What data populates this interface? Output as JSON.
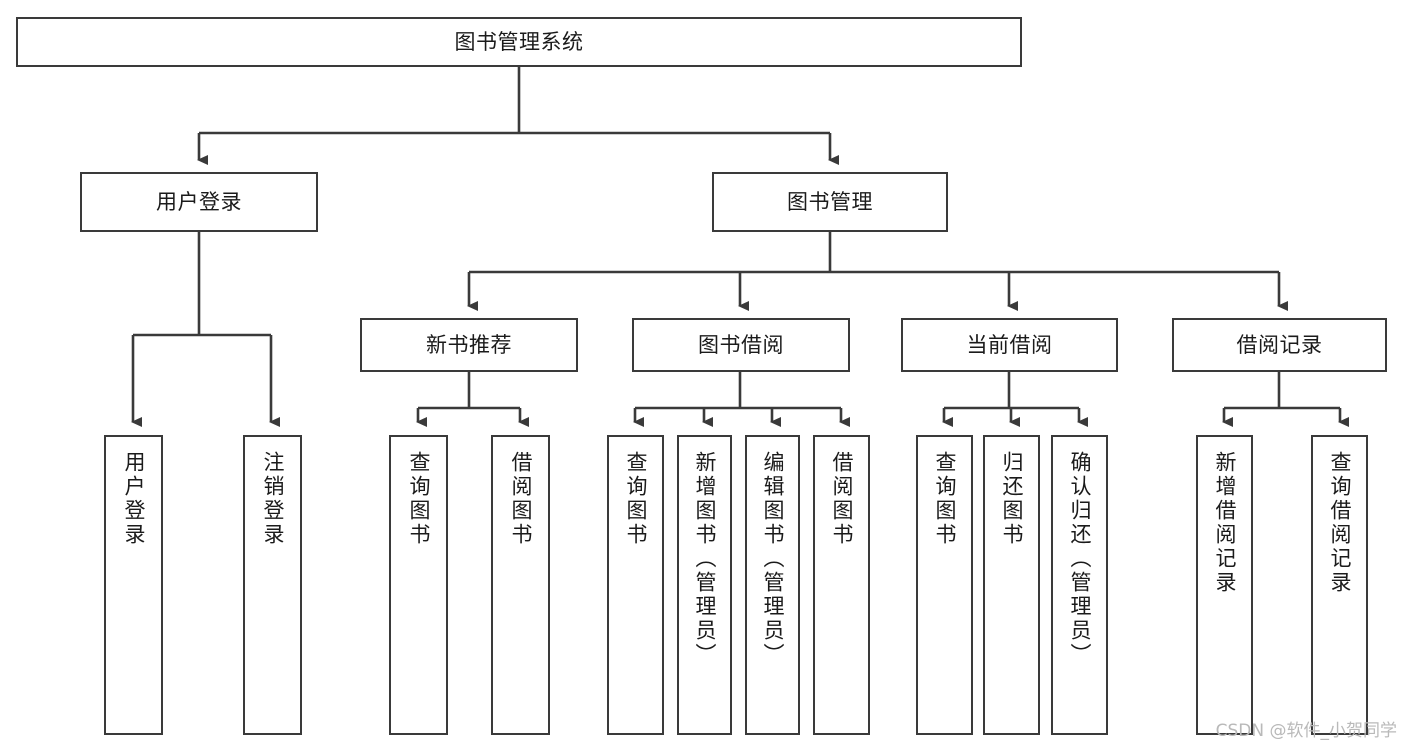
{
  "diagram": {
    "title": "图书管理系统",
    "type": "tree",
    "colors": {
      "box_border": "#3a3a3a",
      "box_fill": "#ffffff",
      "edge": "#3a3a3a",
      "text": "#1b1b1b",
      "watermark": "#b9b9b9",
      "background": "#ffffff"
    },
    "nodes": {
      "root": {
        "label": "图书管理系统",
        "level": 0,
        "orientation": "horizontal"
      },
      "l1": [
        {
          "id": "user_login",
          "label": "用户登录",
          "orientation": "horizontal"
        },
        {
          "id": "book_mgmt",
          "label": "图书管理",
          "orientation": "horizontal"
        }
      ],
      "l2": [
        {
          "id": "new_book_rec",
          "label": "新书推荐",
          "orientation": "horizontal",
          "parent": "book_mgmt"
        },
        {
          "id": "book_borrow",
          "label": "图书借阅",
          "orientation": "horizontal",
          "parent": "book_mgmt"
        },
        {
          "id": "current_borrow",
          "label": "当前借阅",
          "orientation": "horizontal",
          "parent": "book_mgmt"
        },
        {
          "id": "borrow_record",
          "label": "借阅记录",
          "orientation": "horizontal",
          "parent": "book_mgmt"
        }
      ],
      "leaves": [
        {
          "id": "leaf_user_login",
          "label": "用户登录",
          "orientation": "vertical",
          "parent": "user_login"
        },
        {
          "id": "leaf_logout",
          "label": "注销登录",
          "orientation": "vertical",
          "parent": "user_login"
        },
        {
          "id": "leaf_query_book_1",
          "label": "查询图书",
          "orientation": "vertical",
          "parent": "new_book_rec"
        },
        {
          "id": "leaf_borrow_book_1",
          "label": "借阅图书",
          "orientation": "vertical",
          "parent": "new_book_rec"
        },
        {
          "id": "leaf_query_book_2",
          "label": "查询图书",
          "orientation": "vertical",
          "parent": "book_borrow"
        },
        {
          "id": "leaf_add_book",
          "label": "新增图书（管理员）",
          "orientation": "vertical",
          "parent": "book_borrow"
        },
        {
          "id": "leaf_edit_book",
          "label": "编辑图书（管理员）",
          "orientation": "vertical",
          "parent": "book_borrow"
        },
        {
          "id": "leaf_borrow_book_2",
          "label": "借阅图书",
          "orientation": "vertical",
          "parent": "book_borrow"
        },
        {
          "id": "leaf_query_book_3",
          "label": "查询图书",
          "orientation": "vertical",
          "parent": "current_borrow"
        },
        {
          "id": "leaf_return_book",
          "label": "归还图书",
          "orientation": "vertical",
          "parent": "current_borrow"
        },
        {
          "id": "leaf_confirm_return",
          "label": "确认归还（管理员）",
          "orientation": "vertical",
          "parent": "current_borrow"
        },
        {
          "id": "leaf_add_record",
          "label": "新增借阅记录",
          "orientation": "vertical",
          "parent": "borrow_record"
        },
        {
          "id": "leaf_query_record",
          "label": "查询借阅记录",
          "orientation": "vertical",
          "parent": "borrow_record"
        }
      ]
    },
    "watermark": "CSDN @软件_小贺同学"
  }
}
